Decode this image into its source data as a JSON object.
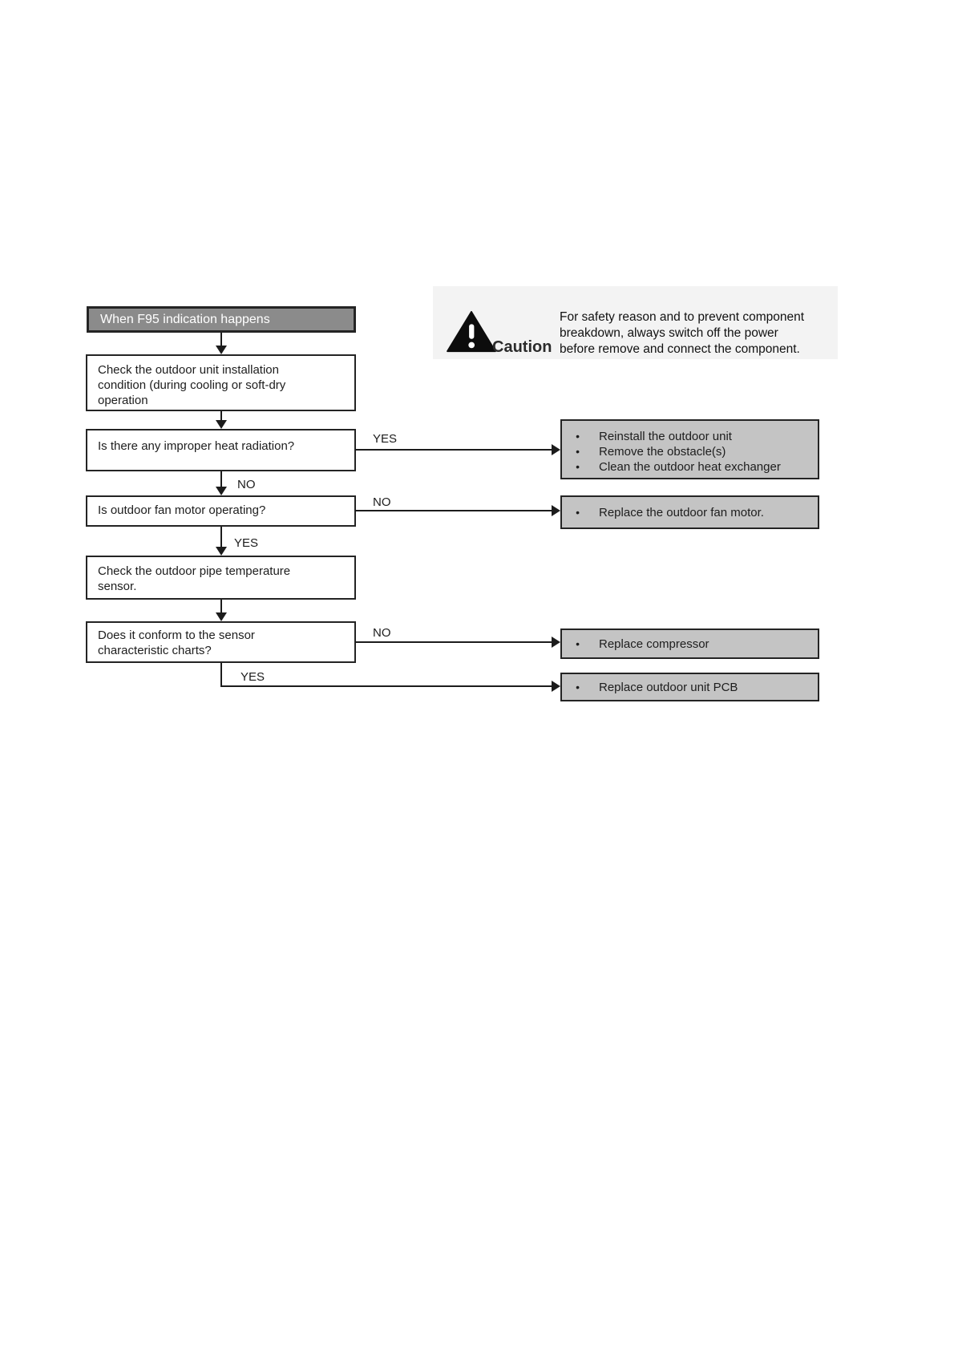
{
  "flowchart": {
    "title": "When F95 indication happens",
    "bullet_glyph": "•",
    "nodes": {
      "step1": {
        "lines": [
          "Check the outdoor unit installation",
          "condition (during cooling or soft-dry",
          "operation"
        ]
      },
      "q1": {
        "lines": [
          "Is there any improper heat radiation?"
        ]
      },
      "q2": {
        "lines": [
          "Is outdoor fan motor operating?"
        ]
      },
      "step2": {
        "lines": [
          "Check the outdoor pipe temperature",
          "sensor."
        ]
      },
      "q3": {
        "lines": [
          "Does it conform to the sensor",
          "characteristic charts?"
        ]
      }
    },
    "edge_labels": {
      "q1_yes": "YES",
      "q1_no": "NO",
      "q2_no": "NO",
      "q2_yes": "YES",
      "q3_no": "NO",
      "q3_yes": "YES"
    },
    "results": {
      "r1": {
        "items": [
          "Reinstall the outdoor unit",
          "Remove the obstacle(s)",
          "Clean the outdoor heat exchanger"
        ]
      },
      "r2": {
        "items": [
          "Replace the outdoor fan motor."
        ]
      },
      "r3": {
        "items": [
          "Replace compressor"
        ]
      },
      "r4": {
        "items": [
          "Replace outdoor unit PCB"
        ]
      }
    }
  },
  "caution": {
    "label": "Caution",
    "lines": [
      "For safety reason and to prevent component",
      "breakdown, always switch off the power",
      "before remove and connect the component."
    ]
  },
  "colors": {
    "title_fill": "#8b8b8b",
    "title_text": "#ffffff",
    "box_border": "#242424",
    "result_fill": "#c4c4c4",
    "line": "#1c1c1c",
    "caution_panel": "#f3f3f3"
  }
}
